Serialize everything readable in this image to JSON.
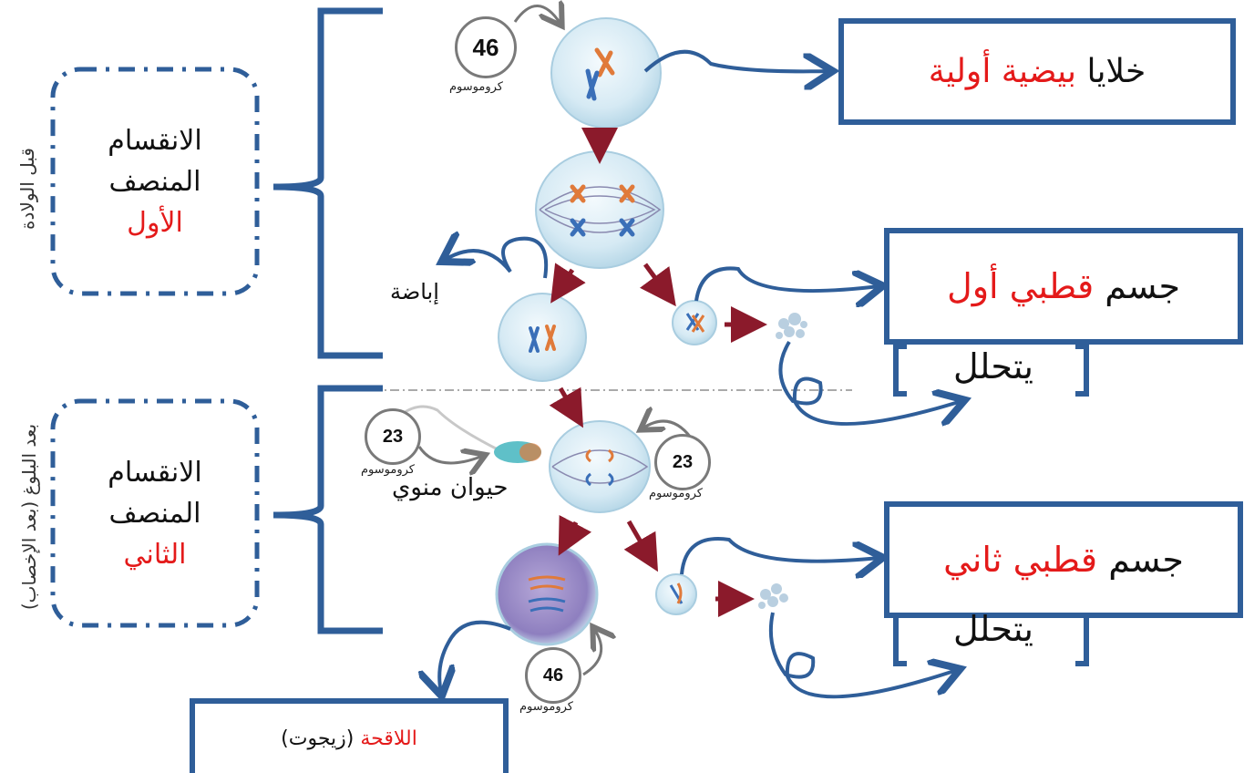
{
  "colors": {
    "frame": "#2f5e99",
    "highlight": "#e41a1a",
    "arrow": "#8b1a2b",
    "cell": "#cfe6f2",
    "chromo_red": "#e07a3a",
    "chromo_blue": "#3a6fb8"
  },
  "side_labels": {
    "before_birth": "قبل الولادة",
    "after_puberty": "بعد البلوغ (بعد الإخصاب)"
  },
  "phase1": {
    "line1": "الانقسام",
    "line2": "المنصف",
    "line3": "الأول"
  },
  "phase2": {
    "line1": "الانقسام",
    "line2": "المنصف",
    "line3": "الثاني"
  },
  "boxes": {
    "primary_oocytes": {
      "word1": "خلايا",
      "word2": "بيضية أولية"
    },
    "first_polar_body": {
      "word1": "جسم",
      "word2": "قطبي أول",
      "degenerates": "يتحلل"
    },
    "second_polar_body": {
      "word1": "جسم",
      "word2": "قطبي ثاني",
      "degenerates": "يتحلل"
    },
    "zygote": {
      "word1": "اللاقحة",
      "word2": "(زيجوت)"
    }
  },
  "ovulation_label": "إباضة",
  "sperm_label": "حيوان منوي",
  "chromosome_word": "كروموسوم",
  "counts": {
    "top": "46",
    "sperm": "23",
    "egg": "23",
    "zygote": "46"
  },
  "icons": [
    "curved-arrow-icon",
    "down-arrow-icon",
    "bracket-icon",
    "cell-icon",
    "sperm-icon"
  ]
}
